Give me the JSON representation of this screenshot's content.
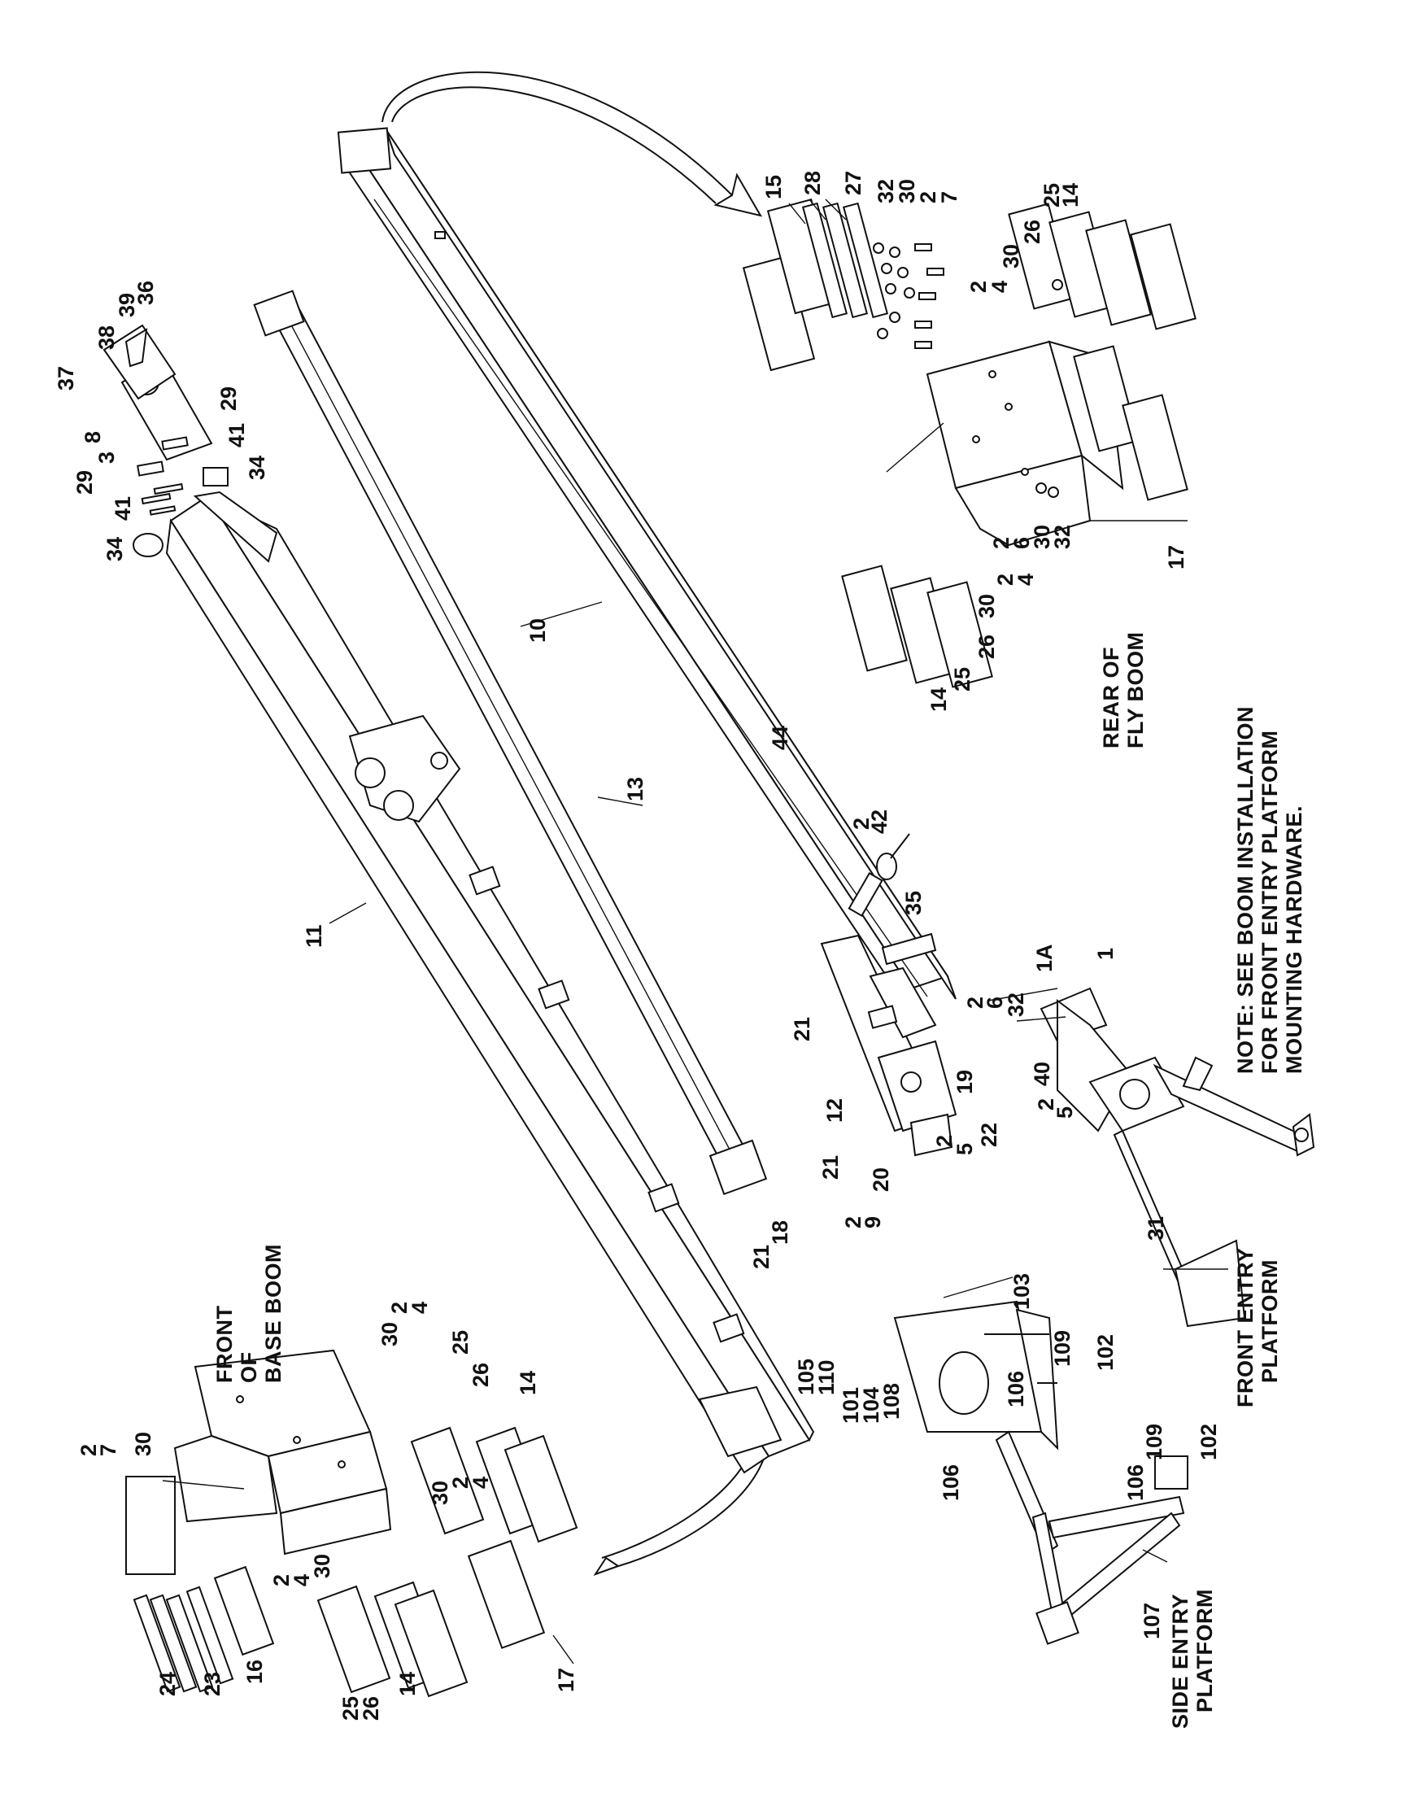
{
  "captions": {
    "front_base_boom": [
      "FRONT",
      "OF",
      "BASE BOOM"
    ],
    "rear_fly_boom": [
      "REAR OF",
      "FLY BOOM"
    ],
    "note": [
      "NOTE: SEE BOOM INSTALLATION",
      "FOR FRONT ENTRY PLATFORM",
      "MOUNTING HARDWARE."
    ],
    "front_entry_platform": [
      "FRONT ENTRY",
      "PLATFORM"
    ],
    "side_entry_platform": [
      "SIDE ENTRY",
      "PLATFORM"
    ]
  },
  "callouts": {
    "c_15": "15",
    "c_28": "28",
    "c_27": "27",
    "c_32a": "32",
    "c_30a": "30",
    "c_2a": "2",
    "c_7a": "7",
    "c_14a": "14",
    "c_25a": "25",
    "c_26a": "26",
    "c_30b": "30",
    "c_2b": "2",
    "c_4b": "4",
    "c_2c": "2",
    "c_6c": "6",
    "c_30c": "30",
    "c_32c": "32",
    "c_17a": "17",
    "c_2d": "2",
    "c_4d": "4",
    "c_30d": "30",
    "c_26d": "26",
    "c_25d": "25",
    "c_14d": "14",
    "c_36": "36",
    "c_39": "39",
    "c_38": "38",
    "c_37": "37",
    "c_8": "8",
    "c_3": "3",
    "c_29a": "29",
    "c_29b": "29",
    "c_41a": "41",
    "c_41b": "41",
    "c_34a": "34",
    "c_34b": "34",
    "c_10": "10",
    "c_13": "13",
    "c_11": "11",
    "c_44": "44",
    "c_2e": "2",
    "c_42": "42",
    "c_35": "35",
    "c_1": "1",
    "c_1A": "1A",
    "c_2f": "2",
    "c_6f": "6",
    "c_32f": "32",
    "c_40": "40",
    "c_2g": "2",
    "c_5g": "5",
    "c_19": "19",
    "c_22": "22",
    "c_2h": "2",
    "c_5h": "5",
    "c_21a": "21",
    "c_12": "12",
    "c_21b": "21",
    "c_20": "20",
    "c_2i": "2",
    "c_9": "9",
    "c_18": "18",
    "c_21c": "21",
    "c_31": "31",
    "c_103": "103",
    "c_105": "105",
    "c_110": "110",
    "c_101": "101",
    "c_104": "104",
    "c_108": "108",
    "c_109a": "109",
    "c_102a": "102",
    "c_106a": "106",
    "c_106b": "106",
    "c_106c": "106",
    "c_109b": "109",
    "c_102b": "102",
    "c_107": "107",
    "c_2j": "2",
    "c_7j": "7",
    "c_30j": "30",
    "c_30k": "30",
    "c_2k": "2",
    "c_4k": "4",
    "c_25k": "25",
    "c_26k": "26",
    "c_14k": "14",
    "c_30l": "30",
    "c_2l": "2",
    "c_4l": "4",
    "c_2m": "2",
    "c_4m": "4",
    "c_30m": "30",
    "c_24": "24",
    "c_23": "23",
    "c_16": "16",
    "c_25n": "25",
    "c_26n": "26",
    "c_14n": "14",
    "c_17n": "17"
  }
}
